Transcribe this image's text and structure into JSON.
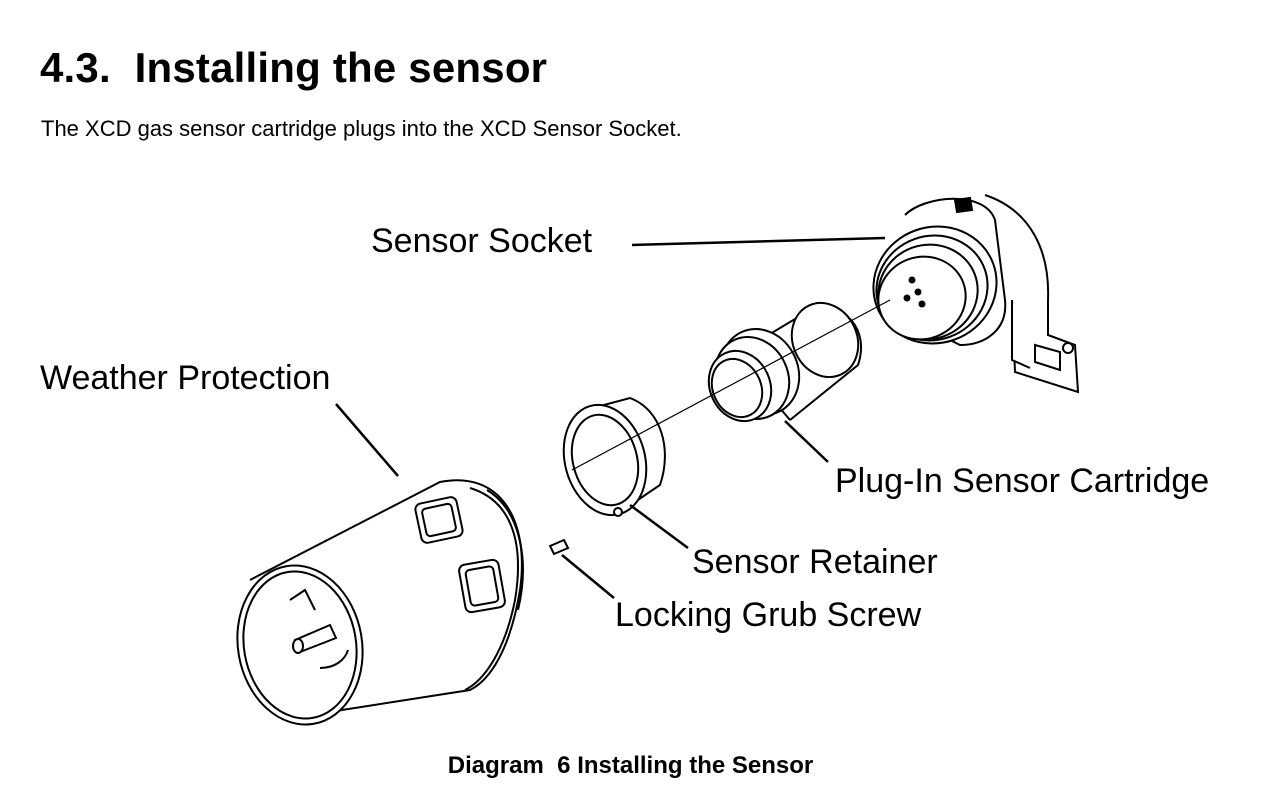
{
  "section": {
    "number": "4.3.",
    "title": "Installing the sensor",
    "intro": "The XCD gas sensor cartridge plugs into the XCD Sensor Socket."
  },
  "diagram": {
    "labels": {
      "sensor_socket": "Sensor Socket",
      "weather_protection": "Weather Protection",
      "plug_in_cartridge": "Plug-In Sensor Cartridge",
      "sensor_retainer": "Sensor Retainer",
      "grub_screw": "Locking Grub Screw"
    },
    "caption": {
      "prefix": "Diagram",
      "number": "6",
      "text": "Installing the Sensor"
    }
  }
}
